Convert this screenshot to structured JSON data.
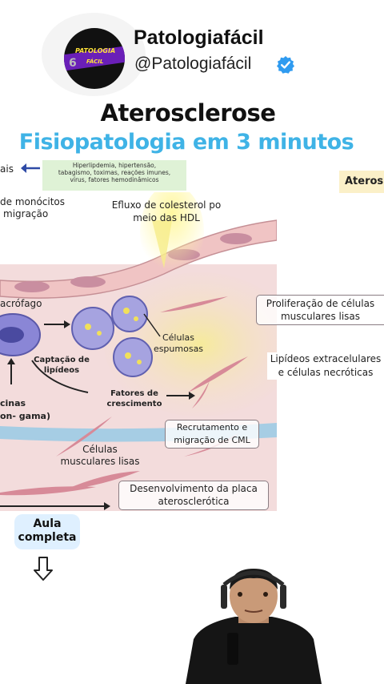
{
  "profile": {
    "display_name": "Patologiafácil",
    "handle": "@Patologiafácil",
    "logo_text_line1": "PATOLOGIA",
    "logo_text_line2": "FÁCIL",
    "logo_number": "6"
  },
  "post": {
    "title": "Aterosclerose",
    "subtitle": "Fisiopatologia em 3 minutos"
  },
  "edges": {
    "left_text": "ais",
    "right_text": "Ateros"
  },
  "risk_factors": {
    "line1": "Hiperlipdemia, hipertensão,",
    "line2": "tabagismo, toximas, reações imunes,",
    "line3": "vírus, fatores hemodinâmicos"
  },
  "diagram": {
    "labels": {
      "monocytes_line1": "de monócitos",
      "monocytes_line2": "migração",
      "efflux_line1": "Efluxo de colesterol po",
      "efflux_line2": "meio das HDL",
      "macrophage": "acrófago",
      "foam_cells_line1": "Células",
      "foam_cells_line2": "espumosas",
      "lipid_uptake_line1": "Captação de",
      "lipid_uptake_line2": "lipídeos",
      "growth_factors_line1": "Fatores de",
      "growth_factors_line2": "crescimento",
      "cytokines_line1": "cinas",
      "cytokines_line2": "on- gama)",
      "smooth_muscle_line1": "Células",
      "smooth_muscle_line2": "musculares lisas",
      "recruitment_line1": "Recrutamento e",
      "recruitment_line2": "migração de CML",
      "plaque_line1": "Desenvolvimento da placa",
      "plaque_line2": "aterosclerótica",
      "proliferation_line1": "Proliferação de células",
      "proliferation_line2": "musculares lisas",
      "lipids_line1": "Lipídeos extracelulares",
      "lipids_line2": "e células necróticas"
    }
  },
  "cta": {
    "line1": "Aula",
    "line2": "completa"
  },
  "colors": {
    "subtitle": "#3fb3e6",
    "verified": "#2f9bf0",
    "risk_box_bg": "#dff2d6",
    "right_box_bg": "#fbf0c8",
    "cta_bg": "#dff0ff",
    "tissue": "#f3dcdc",
    "endothelium": "#f2c8c8",
    "lipid_core": "#f4e6a0",
    "macrophage": "#6c6dbf"
  },
  "icons": {
    "verified": "verified-badge-icon",
    "left_arrow": "arrow-left-icon",
    "down_arrow": "arrow-down-icon"
  }
}
